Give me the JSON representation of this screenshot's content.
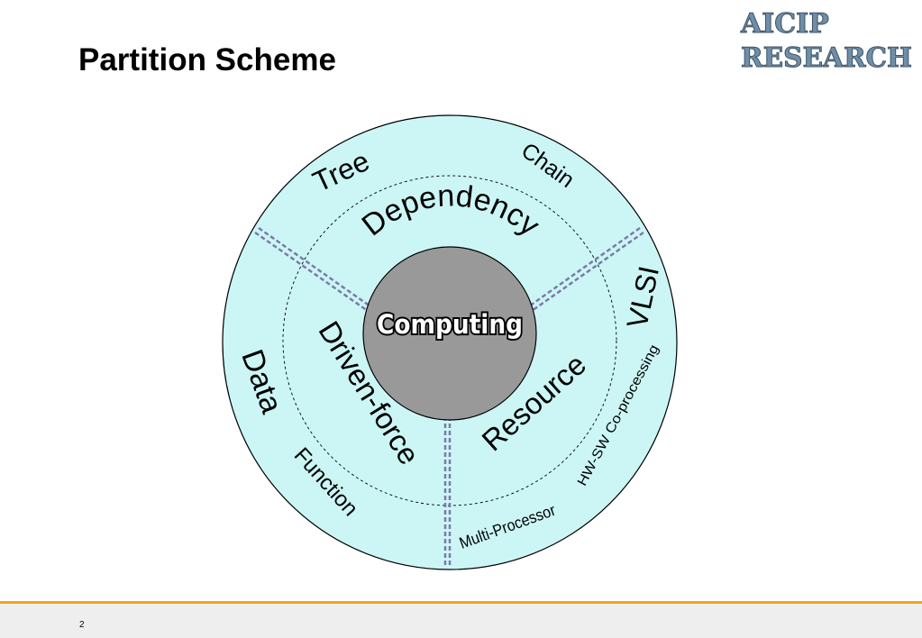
{
  "slide": {
    "title": "Partition Scheme",
    "page_number": "2"
  },
  "logo": {
    "line1": "AICIP",
    "line2": "RESEARCH",
    "color": "#6f8ea7"
  },
  "diagram": {
    "center_label": "Computing",
    "inner_ring": {
      "top": "Dependency",
      "left": "Driven-force",
      "right": "Resource"
    },
    "outer_ring": {
      "top_left": "Tree",
      "top_right": "Chain",
      "right_upper": "VLSI",
      "right_lower": "HW-SW Co-processing",
      "bottom": "Multi-Processor",
      "left_lower": "Function",
      "left_upper": "Data"
    },
    "colors": {
      "ring_fill": "#ccf6f6",
      "core_fill": "#999999",
      "divider": "#7a7aa8",
      "footer_accent": "#f4a21a"
    }
  }
}
